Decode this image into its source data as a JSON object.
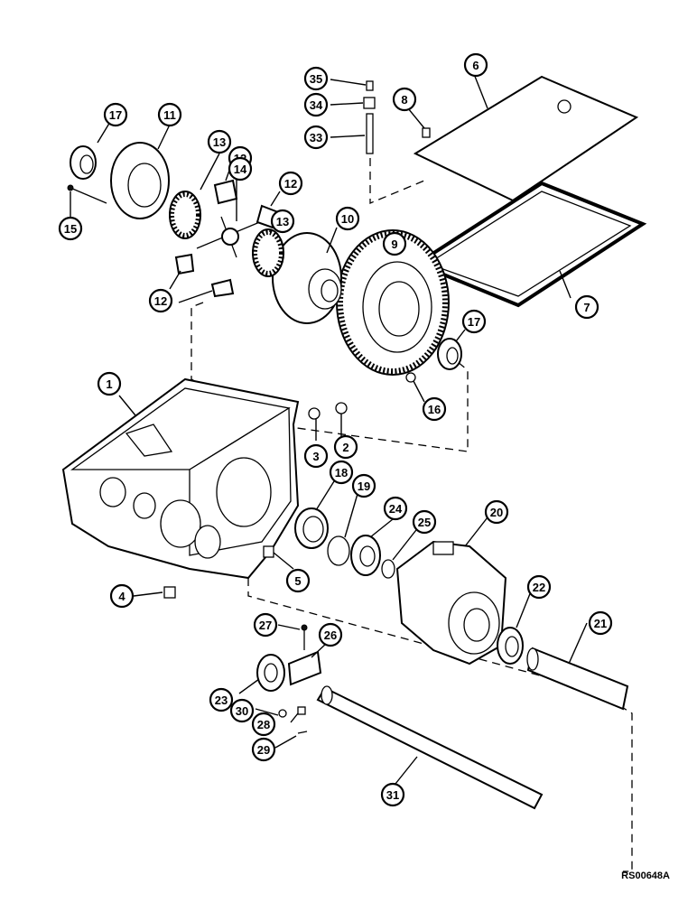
{
  "reference_code": "RS00648A",
  "callouts": [
    "1",
    "2",
    "3",
    "4",
    "5",
    "6",
    "7",
    "8",
    "9",
    "10",
    "11",
    "12",
    "12",
    "12",
    "12",
    "13",
    "13",
    "14",
    "15",
    "16",
    "17",
    "17",
    "18",
    "19",
    "20",
    "21",
    "22",
    "23",
    "24",
    "25",
    "26",
    "27",
    "28",
    "29",
    "30",
    "31",
    "33",
    "34",
    "35"
  ]
}
